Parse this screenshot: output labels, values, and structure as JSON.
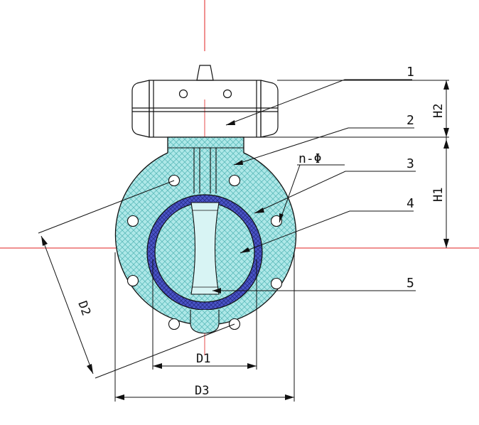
{
  "callouts": {
    "p1": "1",
    "p2": "2",
    "p3": "3",
    "p4": "4",
    "p5": "5"
  },
  "dimensions": {
    "h1": "H1",
    "h2": "H2",
    "d1": "D1",
    "d2": "D2",
    "d3": "D3",
    "holes": "n-Φ"
  },
  "colors": {
    "body_fill": "#aee8e8",
    "hatch": "#5fbcbc",
    "seat_ring": "#4a55c8",
    "seat_ring_dark": "#2a2f8a",
    "center_line": "#e02020",
    "line": "#111111"
  }
}
